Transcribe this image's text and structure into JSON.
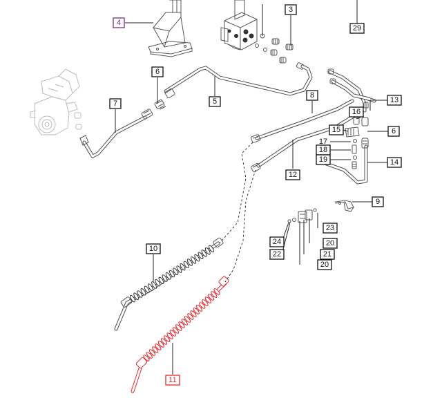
{
  "colors": {
    "default_label": "#111111",
    "purple_label": "#7a2c8c",
    "highlight_red": "#e8262b",
    "line": "#4a4a4a"
  },
  "callouts": [
    {
      "id": "c4",
      "text": "4",
      "style": "purple"
    },
    {
      "id": "c3",
      "text": "3",
      "style": "default"
    },
    {
      "id": "c29",
      "text": "29",
      "style": "default"
    },
    {
      "id": "c6a",
      "text": "6",
      "style": "default"
    },
    {
      "id": "c7",
      "text": "7",
      "style": "default"
    },
    {
      "id": "c5",
      "text": "5",
      "style": "default"
    },
    {
      "id": "c8",
      "text": "8",
      "style": "default"
    },
    {
      "id": "c13",
      "text": "13",
      "style": "default"
    },
    {
      "id": "c16",
      "text": "16",
      "style": "default"
    },
    {
      "id": "c15",
      "text": "15",
      "style": "default"
    },
    {
      "id": "c6b",
      "text": "6",
      "style": "default"
    },
    {
      "id": "c17",
      "text": "17",
      "style": "default"
    },
    {
      "id": "c18",
      "text": "18",
      "style": "default"
    },
    {
      "id": "c19",
      "text": "19",
      "style": "default"
    },
    {
      "id": "c14",
      "text": "14",
      "style": "default"
    },
    {
      "id": "c12",
      "text": "12",
      "style": "default"
    },
    {
      "id": "c9",
      "text": "9",
      "style": "default"
    },
    {
      "id": "c23",
      "text": "23",
      "style": "default"
    },
    {
      "id": "c24",
      "text": "24",
      "style": "default"
    },
    {
      "id": "c20a",
      "text": "20",
      "style": "default"
    },
    {
      "id": "c22",
      "text": "22",
      "style": "default"
    },
    {
      "id": "c21",
      "text": "21",
      "style": "default"
    },
    {
      "id": "c20b",
      "text": "20",
      "style": "default"
    },
    {
      "id": "c10",
      "text": "10",
      "style": "default"
    },
    {
      "id": "c11",
      "text": "11",
      "style": "red"
    }
  ]
}
